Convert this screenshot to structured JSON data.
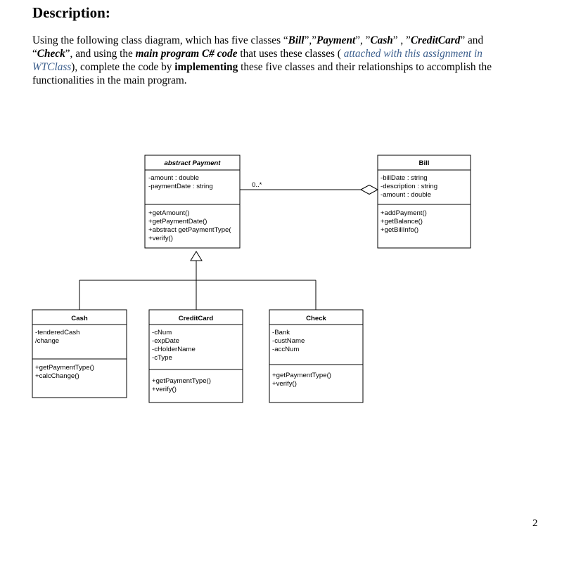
{
  "heading": "Description:",
  "paragraph": {
    "p1": "Using the following class diagram, which has five classes “",
    "c_bill": "Bill",
    "p2": "”,”",
    "c_payment": "Payment",
    "p3": "”, ”",
    "c_cash": "Cash",
    "p4": "” , ”",
    "c_credit": "CreditCard",
    "p5": "” and “",
    "c_check": "Check",
    "p6": "”,  and using the ",
    "main_prog": "main program  C# code",
    "p7": "  that uses these classes ( ",
    "link": "attached with this assignment in WTClass",
    "p8": "),  complete the code by ",
    "implementing": "implementing",
    "p9": " these five classes and their relationships to accomplish the functionalities in the  main program."
  },
  "diagram": {
    "payment": {
      "title": "abstract Payment",
      "attributes": [
        "-amount : double",
        "-paymentDate : string"
      ],
      "methods": [
        "+getAmount()",
        "+getPaymentDate()",
        "+abstract getPaymentType(",
        "+verify()"
      ]
    },
    "bill": {
      "title": "Bill",
      "attributes": [
        "-billDate : string",
        "-description : string",
        "-amount : double"
      ],
      "methods": [
        "+addPayment()",
        "+getBalance()",
        "+getBillInfo()"
      ]
    },
    "multiplicity": "0..*",
    "cash": {
      "title": "Cash",
      "attributes": [
        "-tenderedCash",
        "/change"
      ],
      "methods": [
        "+getPaymentType()",
        "+calcChange()"
      ]
    },
    "creditcard": {
      "title": "CreditCard",
      "attributes": [
        "-cNum",
        "-expDate",
        "-cHolderName",
        "-cType"
      ],
      "methods": [
        "+getPaymentType()",
        "+verify()"
      ]
    },
    "check": {
      "title": "Check",
      "attributes": [
        "-Bank",
        "-custName",
        "-accNum"
      ],
      "methods": [
        "+getPaymentType()",
        "+verify()"
      ]
    }
  },
  "page_number": "2"
}
